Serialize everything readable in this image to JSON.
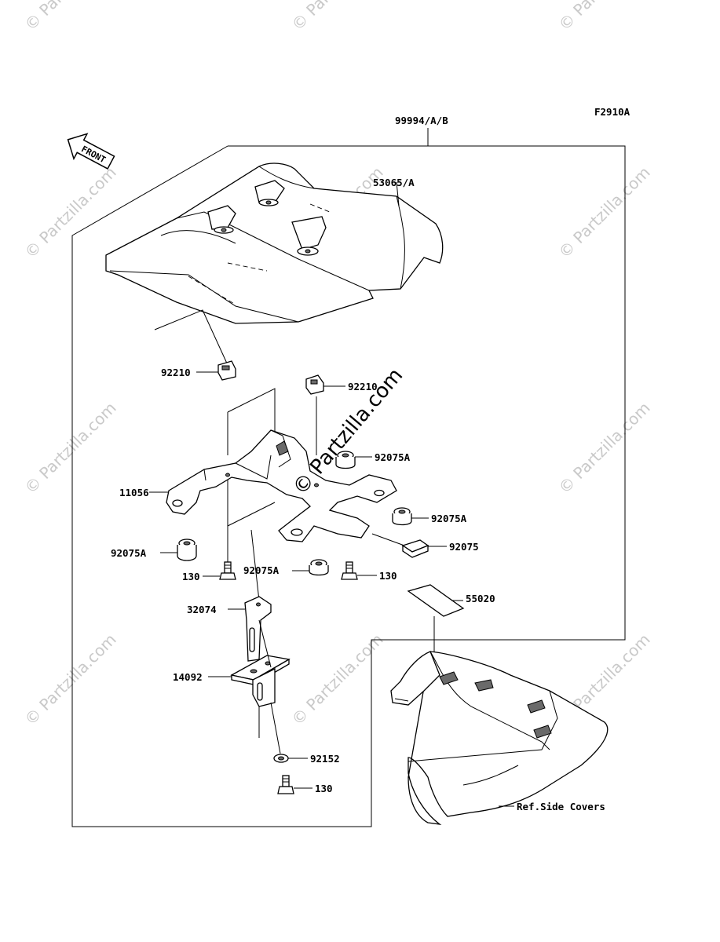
{
  "diagram_code": "F2910A",
  "front_arrow_label": "FRONT",
  "watermark": "© Partzilla.com",
  "center_watermark": "© Partzilla.com",
  "parts": {
    "assembly": "99994/A/B",
    "seat_cover": "53065/A",
    "nut_left": "92210",
    "nut_right": "92210",
    "bracket": "11056",
    "damper_right_top": "92075A",
    "damper_right_mid": "92075A",
    "damper_left": "92075A",
    "damper_center": "92075A",
    "pad": "92075",
    "bolt_left": "130",
    "bolt_right": "130",
    "label_sticker": "55020",
    "stay": "32074",
    "holder": "14092",
    "washer": "92152",
    "bolt_bottom": "130",
    "ref_side_covers": "Ref.Side Covers"
  }
}
